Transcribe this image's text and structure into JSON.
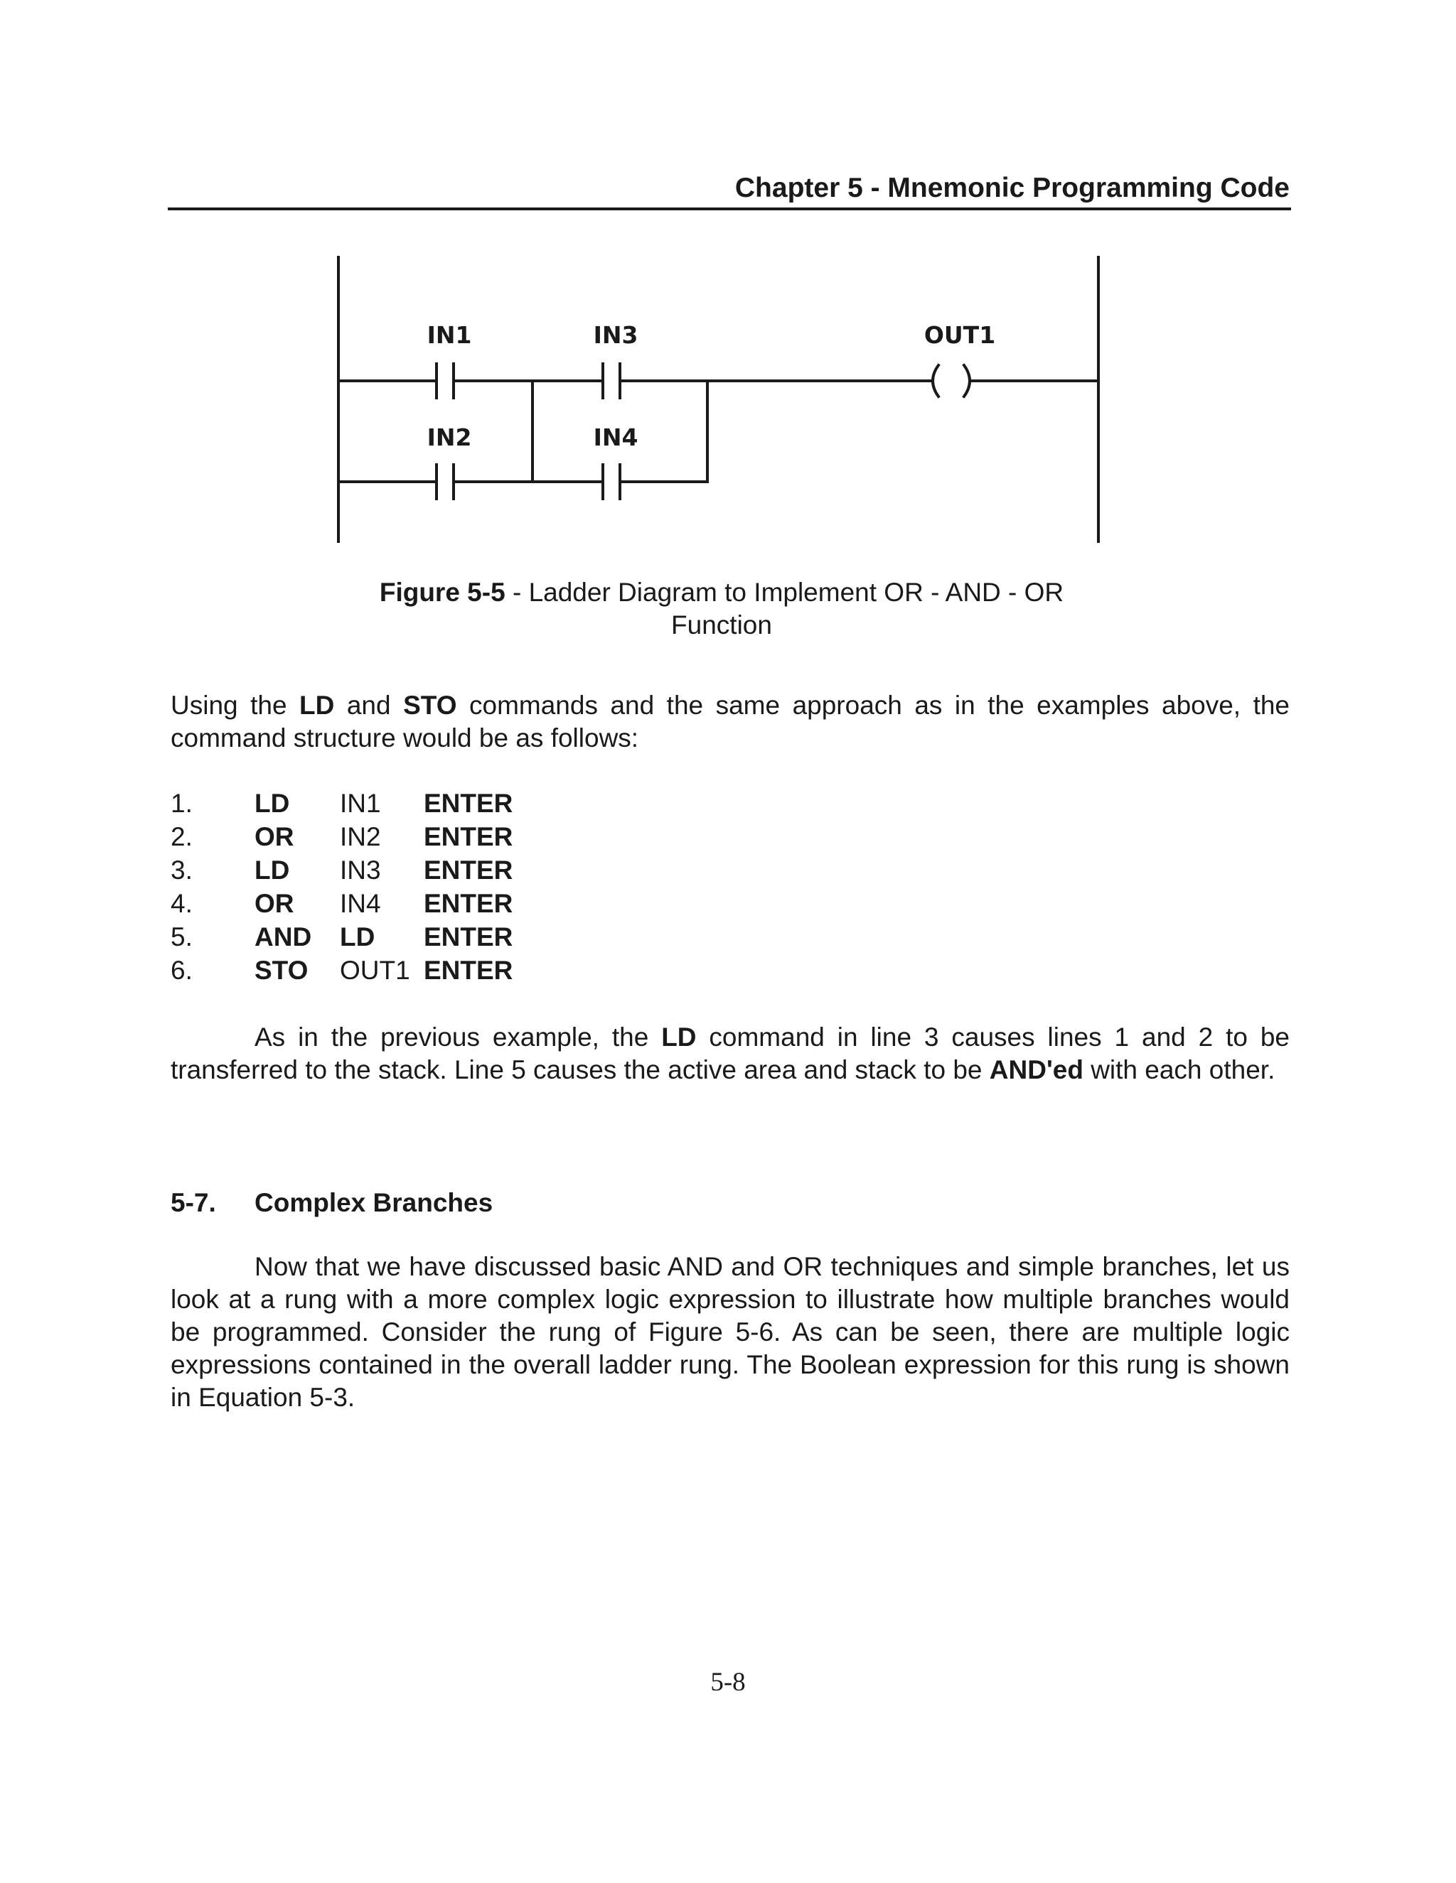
{
  "header": {
    "title": "Chapter 5 - Mnemonic Programming Code"
  },
  "figure": {
    "labels": {
      "in1": "IN1",
      "in2": "IN2",
      "in3": "IN3",
      "in4": "IN4",
      "out1": "OUT1"
    },
    "caption": {
      "label": "Figure 5-5",
      "separator": " - ",
      "text": "Ladder Diagram to Implement OR - AND - OR",
      "text_line2": "Function"
    }
  },
  "intro": {
    "pre": "Using the ",
    "ld": "LD",
    "and": " and ",
    "sto": "STO",
    "post": " commands and the same approach as in the examples above, the command structure would be as follows:"
  },
  "steps": [
    {
      "num": "1.",
      "cmd": "LD",
      "arg": "IN1",
      "enter": "ENTER"
    },
    {
      "num": "2.",
      "cmd": "OR",
      "arg": "IN2",
      "enter": "ENTER"
    },
    {
      "num": "3.",
      "cmd": "LD",
      "arg": "IN3",
      "enter": "ENTER"
    },
    {
      "num": "4.",
      "cmd": "OR",
      "arg": "IN4",
      "enter": "ENTER"
    },
    {
      "num": "5.",
      "cmd": "AND",
      "arg": "LD",
      "arg_bold": true,
      "enter": "ENTER"
    },
    {
      "num": "6.",
      "cmd": "STO",
      "arg": "OUT1",
      "enter": "ENTER"
    }
  ],
  "para2": {
    "pre": "As in the previous example, the ",
    "ld": "LD",
    "mid": " command in line 3 causes lines 1 and 2 to be transferred to the stack.  Line 5 causes the active area and stack to be ",
    "anded": "AND'ed",
    "post": " with each other."
  },
  "section": {
    "num": "5-7.",
    "title": "Complex Branches"
  },
  "para3": {
    "text": "Now that we have discussed basic AND and OR techniques and simple branches, let us look at a rung with a more complex logic expression to illustrate how multiple branches would be programmed.  Consider the rung of Figure 5-6.  As can be seen, there are multiple logic expressions contained in the overall ladder rung.  The Boolean expression for this rung is shown in Equation 5-3."
  },
  "footer": {
    "page_number": "5-8"
  }
}
